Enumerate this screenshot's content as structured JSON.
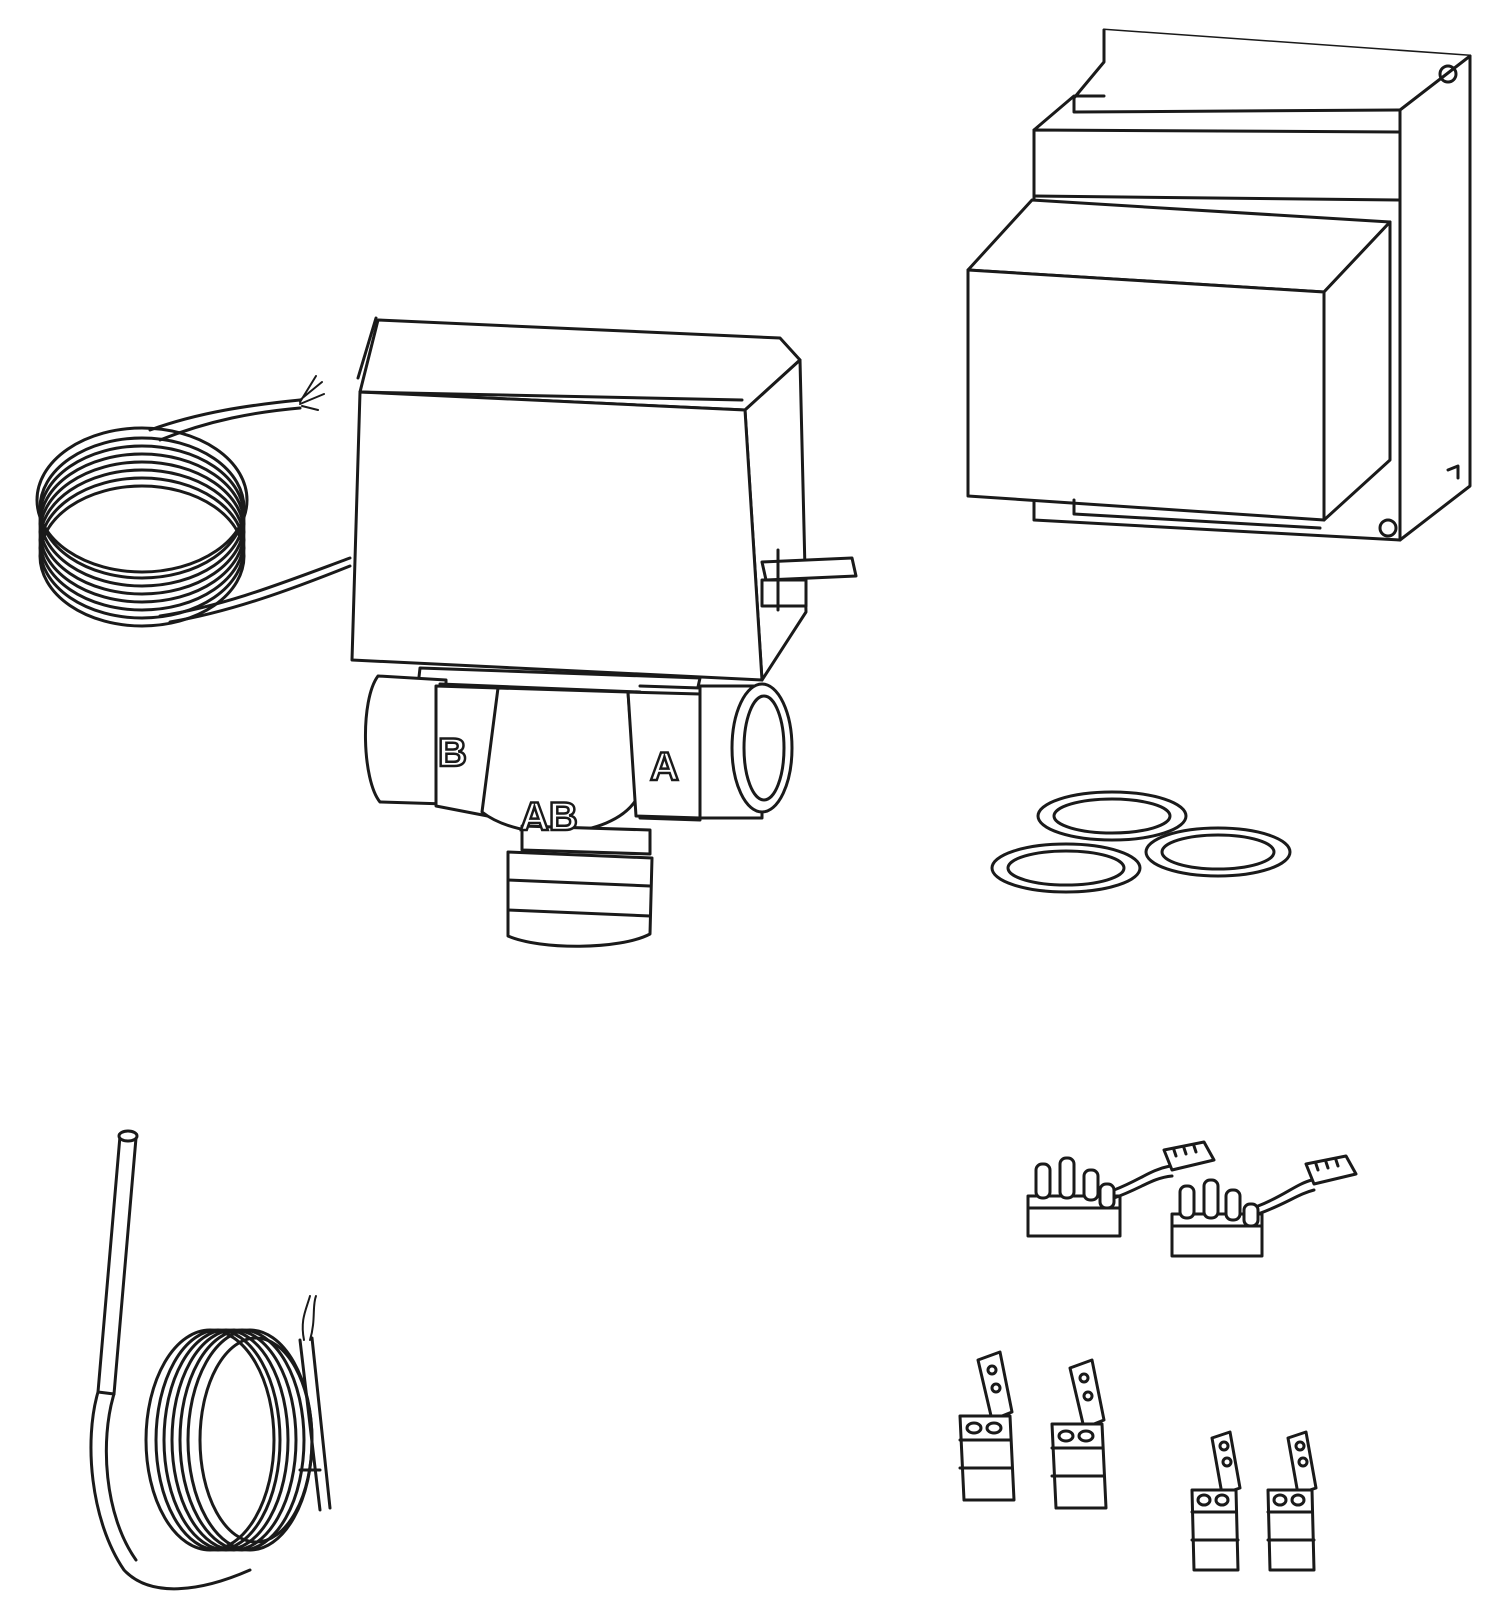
{
  "components": {
    "valve": {
      "port_labels": {
        "b": "B",
        "a": "A",
        "ab": "AB"
      }
    },
    "transformer": {},
    "sealing_rings": {
      "count": 3
    },
    "sensor": {},
    "cable_connectors": {
      "count": 2
    },
    "plug_terminals": {
      "count": 4
    }
  },
  "colors": {
    "line": "#1a1a1a",
    "fill": "#ffffff"
  }
}
